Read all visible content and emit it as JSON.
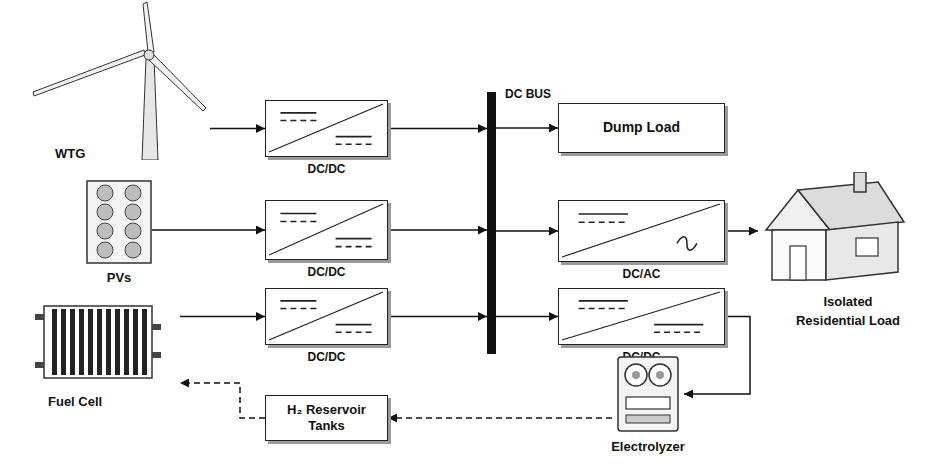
{
  "diagram": {
    "nodes": [
      {
        "text": [
          "WTG"
        ]
      },
      {
        "text": [
          "DC/DC"
        ]
      },
      {
        "text": [
          "DC BUS"
        ]
      },
      {
        "text": [
          "Dump Load"
        ]
      },
      {
        "text": [
          "PVs"
        ]
      },
      {
        "text": [
          "DC/DC"
        ]
      },
      {
        "text": [
          "DC/AC"
        ]
      },
      {
        "text": [
          "Isolated Residential Load"
        ]
      },
      {
        "text": [
          "Fuel Cell"
        ]
      },
      {
        "text": [
          "DC/DC"
        ]
      },
      {
        "text": [
          "DC/DC"
        ]
      },
      {
        "text": [
          "H₂ Reservoir Tanks"
        ]
      },
      {
        "text": [
          "Electrolyzer"
        ]
      }
    ],
    "edges": [
      {
        "from": 0,
        "to": 1,
        "arrow": "to"
      },
      {
        "from": 1,
        "to": 2,
        "arrow": "to"
      },
      {
        "from": 5,
        "to": 2,
        "arrow": "to"
      },
      {
        "from": 9,
        "to": 2,
        "arrow": "to"
      },
      {
        "from": 2,
        "to": 3,
        "arrow": "to"
      },
      {
        "from": 2,
        "to": 6,
        "arrow": "to"
      },
      {
        "from": 2,
        "to": 10,
        "arrow": "to"
      },
      {
        "from": 4,
        "to": 5,
        "arrow": "to"
      },
      {
        "from": 8,
        "to": 9,
        "arrow": "to"
      },
      {
        "from": 6,
        "to": 7,
        "arrow": "to"
      },
      {
        "from": 10,
        "to": 12,
        "arrow": "to"
      },
      {
        "from": 12,
        "to": 11,
        "arrow": "to"
      },
      {
        "from": 11,
        "to": 8,
        "arrow": "to"
      }
    ]
  }
}
